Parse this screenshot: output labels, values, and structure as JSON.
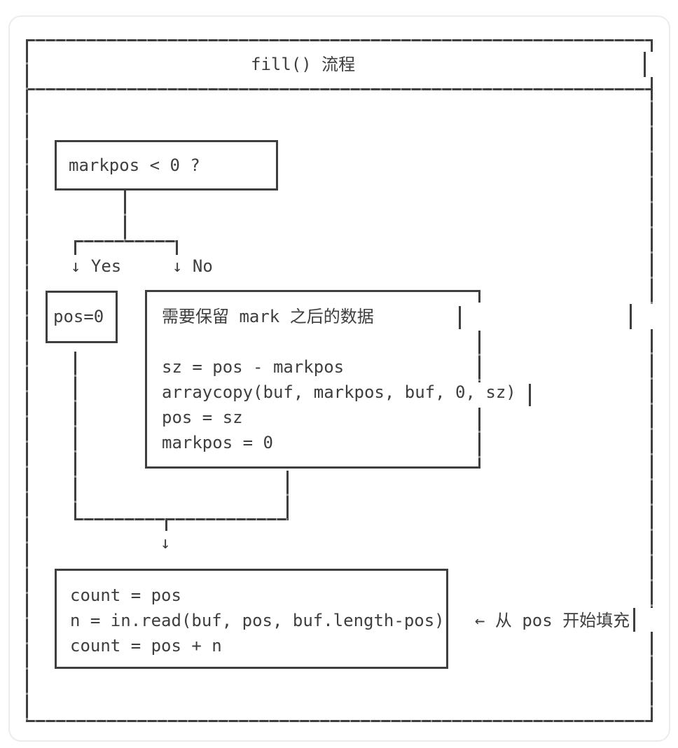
{
  "colors": {
    "ink": "#3e3e3e",
    "tick": "#8f8f8f",
    "card_border": "#ececec",
    "background": "#ffffff"
  },
  "diagram": {
    "title": "fill() 流程",
    "decision": {
      "text": "markpos < 0 ?"
    },
    "branch": {
      "yes_label": "↓ Yes",
      "no_label": "↓ No"
    },
    "yes_box": {
      "text": "pos=0"
    },
    "no_box": {
      "comment": "需要保留 mark 之后的数据",
      "code": [
        "sz = pos - markpos",
        "arraycopy(buf, markpos, buf, 0, sz)",
        "pos = sz",
        "markpos = 0"
      ]
    },
    "merge": {
      "arrow": "↓"
    },
    "fill_box": {
      "code": [
        "count = pos",
        "n = in.read(buf, pos, buf.length-pos)",
        "count = pos + n"
      ]
    },
    "annotation": "← 从 pos 开始填充"
  }
}
